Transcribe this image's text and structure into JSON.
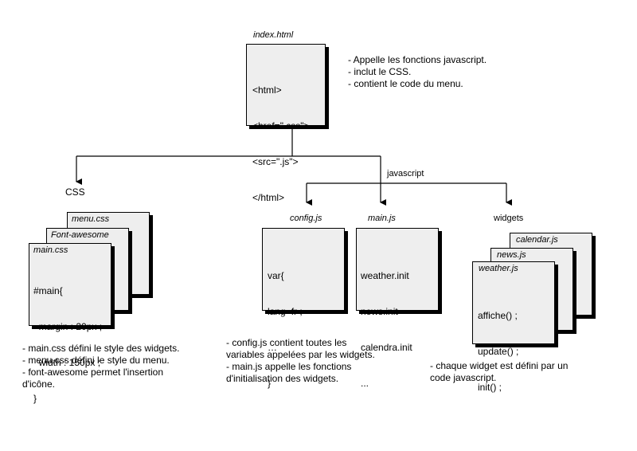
{
  "index": {
    "title": "index.html",
    "code": [
      "<html>",
      "<href=\".css\">",
      "<src=\".js\">",
      "</html>"
    ],
    "notes": [
      "- Appelle les fonctions javascript.",
      "- inclut le CSS.",
      "- contient le code du menu."
    ]
  },
  "branch_labels": {
    "css": "CSS",
    "javascript": "javascript"
  },
  "css": {
    "back_title": "menu.css",
    "mid_title": "Font-awesome",
    "front_title": "main.css",
    "code": [
      "#main{",
      "  margin : 20px ;",
      "  width : 150px ;",
      "}"
    ],
    "notes": [
      "- main.css défini le style des widgets.",
      "- menu.css défini le style du  menu.",
      "- font-awesome permet l'insertion",
      "  d'icône."
    ]
  },
  "config": {
    "title": "config.js",
    "code": [
      "var{",
      "lang=fr ;",
      "…",
      "}"
    ]
  },
  "main_js": {
    "title": "main.js",
    "code": [
      "weather.init",
      "news.init",
      "calendra.init",
      "..."
    ]
  },
  "js_notes": [
    "- config.js contient toutes les",
    "  variables appelées par les widgets.",
    "- main.js appelle les fonctions",
    "  d'initialisation des widgets."
  ],
  "widgets": {
    "label": "widgets",
    "back_title": "calendar.js",
    "mid_title": "news.js",
    "front_title": "weather.js",
    "code": [
      "affiche() ;",
      "update() ;",
      "init() ;"
    ],
    "notes": [
      "- chaque widget est défini par un",
      "  code javascript."
    ]
  }
}
